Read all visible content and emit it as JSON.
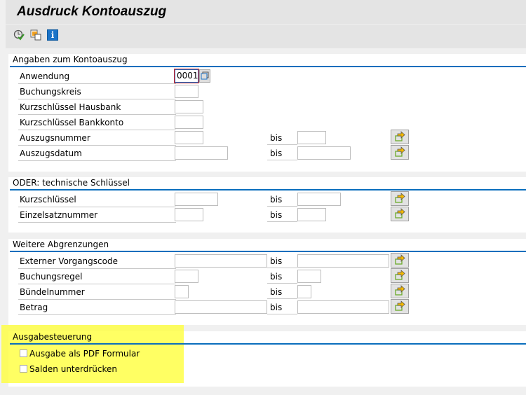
{
  "title": "Ausdruck Kontoauszug",
  "toolbar": {
    "icons": [
      "execute-icon",
      "variant-icon",
      "info-icon"
    ]
  },
  "sections": {
    "s1": {
      "title": "Angaben zum Kontoauszug",
      "rows": [
        {
          "label": "Anwendung",
          "value": "0001"
        },
        {
          "label": "Buchungskreis",
          "value": ""
        },
        {
          "label": "Kurzschlüssel Hausbank",
          "value": ""
        },
        {
          "label": "Kurzschlüssel Bankkonto",
          "value": ""
        },
        {
          "label": "Auszugsnummer",
          "value": "",
          "bis": "bis"
        },
        {
          "label": "Auszugsdatum",
          "value": "",
          "bis": "bis"
        }
      ]
    },
    "s2": {
      "title": "ODER: technische Schlüssel",
      "rows": [
        {
          "label": "Kurzschlüssel",
          "bis": "bis"
        },
        {
          "label": "Einzelsatznummer",
          "bis": "bis"
        }
      ]
    },
    "s3": {
      "title": "Weitere Abgrenzungen",
      "rows": [
        {
          "label": "Externer Vorgangscode",
          "bis": "bis"
        },
        {
          "label": "Buchungsregel",
          "bis": "bis"
        },
        {
          "label": "Bündelnummer",
          "bis": "bis"
        },
        {
          "label": "Betrag",
          "bis": "bis"
        }
      ]
    },
    "s4": {
      "title": "Ausgabesteuerung",
      "checkboxes": [
        {
          "label": "Ausgabe als PDF Formular",
          "checked": false
        },
        {
          "label": "Salden unterdrücken",
          "checked": false
        }
      ]
    }
  },
  "colors": {
    "accent": "#0a6ebd",
    "highlight": "#ffff3c"
  }
}
